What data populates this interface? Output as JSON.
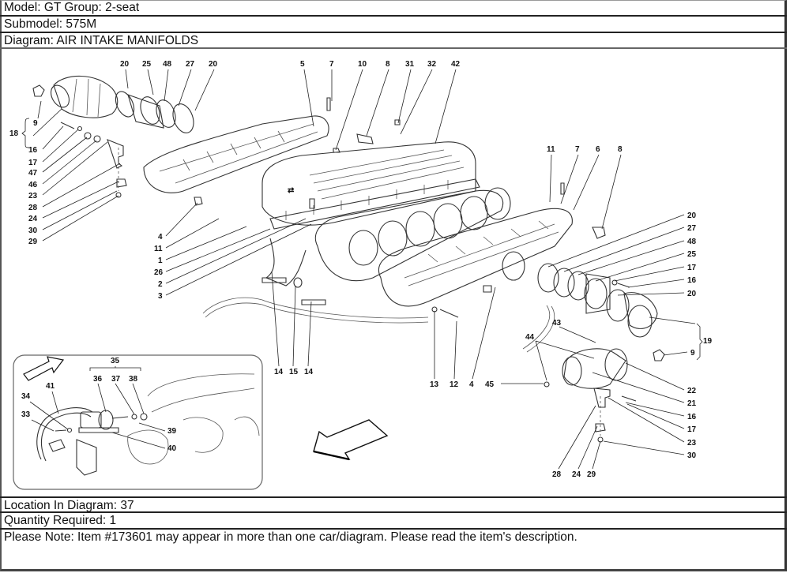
{
  "header": {
    "model": "Model: GT Group: 2-seat",
    "submodel": "Submodel: 575M",
    "diagram": "Diagram: AIR INTAKE MANIFOLDS"
  },
  "footer": {
    "location": "Location In Diagram: 37",
    "quantity": "Quantity Required: 1",
    "note": "Please Note: Item #173601 may appear in more than one car/diagram. Please read the item's description."
  },
  "diagram": {
    "title": "AIR INTAKE MANIFOLDS",
    "callouts_top_left": [
      "20",
      "25",
      "48",
      "27",
      "20"
    ],
    "callouts_left_column": [
      "9",
      "16",
      "17",
      "47",
      "46",
      "23",
      "28",
      "24",
      "30",
      "29"
    ],
    "group_18": {
      "label": "18",
      "members": [
        "9",
        "16"
      ]
    },
    "callouts_top_center": [
      "5",
      "7",
      "10",
      "8",
      "31",
      "32",
      "42"
    ],
    "callouts_center_left": [
      "4",
      "11",
      "1",
      "26",
      "2",
      "3"
    ],
    "callouts_bottom_center": [
      "14",
      "15",
      "14",
      "13",
      "12",
      "4",
      "45"
    ],
    "callouts_right_top": [
      "11",
      "7",
      "6",
      "8"
    ],
    "callouts_right_column": [
      "20",
      "27",
      "48",
      "25",
      "17",
      "16",
      "20"
    ],
    "group_19": {
      "label": "19",
      "members": [
        "9"
      ]
    },
    "callouts_right_lower": [
      "43",
      "44",
      "22",
      "21",
      "16",
      "17",
      "23",
      "30"
    ],
    "callouts_bottom_right": [
      "28",
      "24",
      "29"
    ],
    "inset": {
      "group_35": {
        "label": "35",
        "members": [
          "36",
          "37",
          "38"
        ]
      },
      "callouts": [
        "41",
        "34",
        "33",
        "39",
        "40"
      ]
    }
  }
}
